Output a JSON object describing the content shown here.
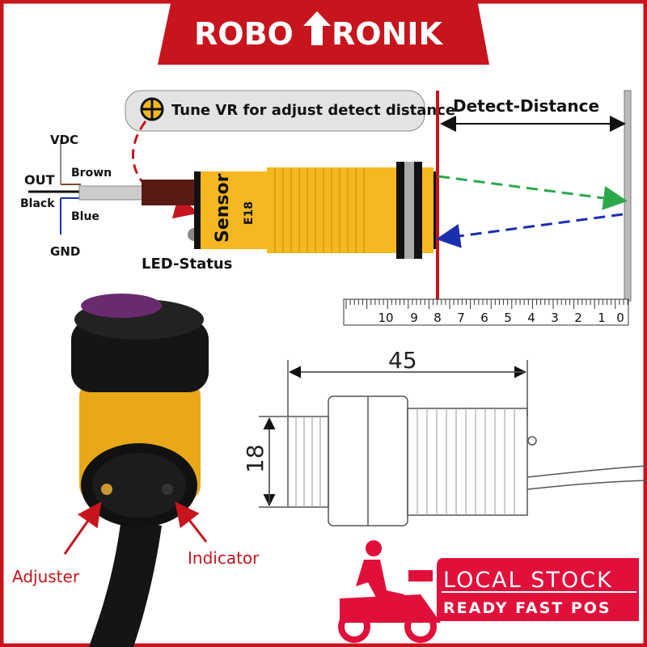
{
  "brand": {
    "name_left": "ROBO",
    "name_right": "RONIK",
    "color": "#c8141c"
  },
  "diagram": {
    "tip": "Tune VR for adjust detect distance",
    "detect_distance": "Detect-Distance",
    "wires": {
      "vdc": "VDC",
      "out": "OUT",
      "gnd": "GND",
      "brown": "Brown",
      "black": "Black",
      "blue": "Blue"
    },
    "sensor_label": "Sensor",
    "model": "E18",
    "led_status": "LED-Status",
    "ruler": [
      "10",
      "9",
      "8",
      "7",
      "6",
      "5",
      "4",
      "3",
      "2",
      "1",
      "0"
    ]
  },
  "dimensions": {
    "length": "45",
    "diameter": "18"
  },
  "photo": {
    "adjuster": "Adjuster",
    "indicator": "Indicator"
  },
  "badge": {
    "line1": "LOCAL STOCK",
    "line2": "READY FAST POS",
    "color": "#e0103a"
  }
}
